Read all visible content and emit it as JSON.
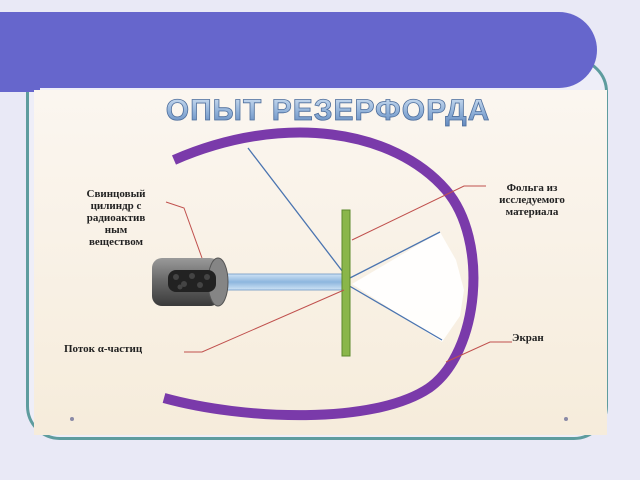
{
  "slide": {
    "title": "ОПЫТ РЕЗЕРФОРДА"
  },
  "labels": {
    "cylinder": "Свинцовый\nцилиндр с\nрадиоактив\nным\nвеществом",
    "foil": "Фольга из\nисследуемого\nматериала",
    "stream": "Поток α-частиц",
    "screen": "Экран"
  },
  "colors": {
    "title_bar": "#6666cc",
    "frame_border": "#5e9c9e",
    "screen_arc": "#7a3aaa",
    "foil": "#8ab64a",
    "beam": "#9fc4e6",
    "leader_lines": "#c0504d",
    "title_text": "#8fb0d8"
  }
}
